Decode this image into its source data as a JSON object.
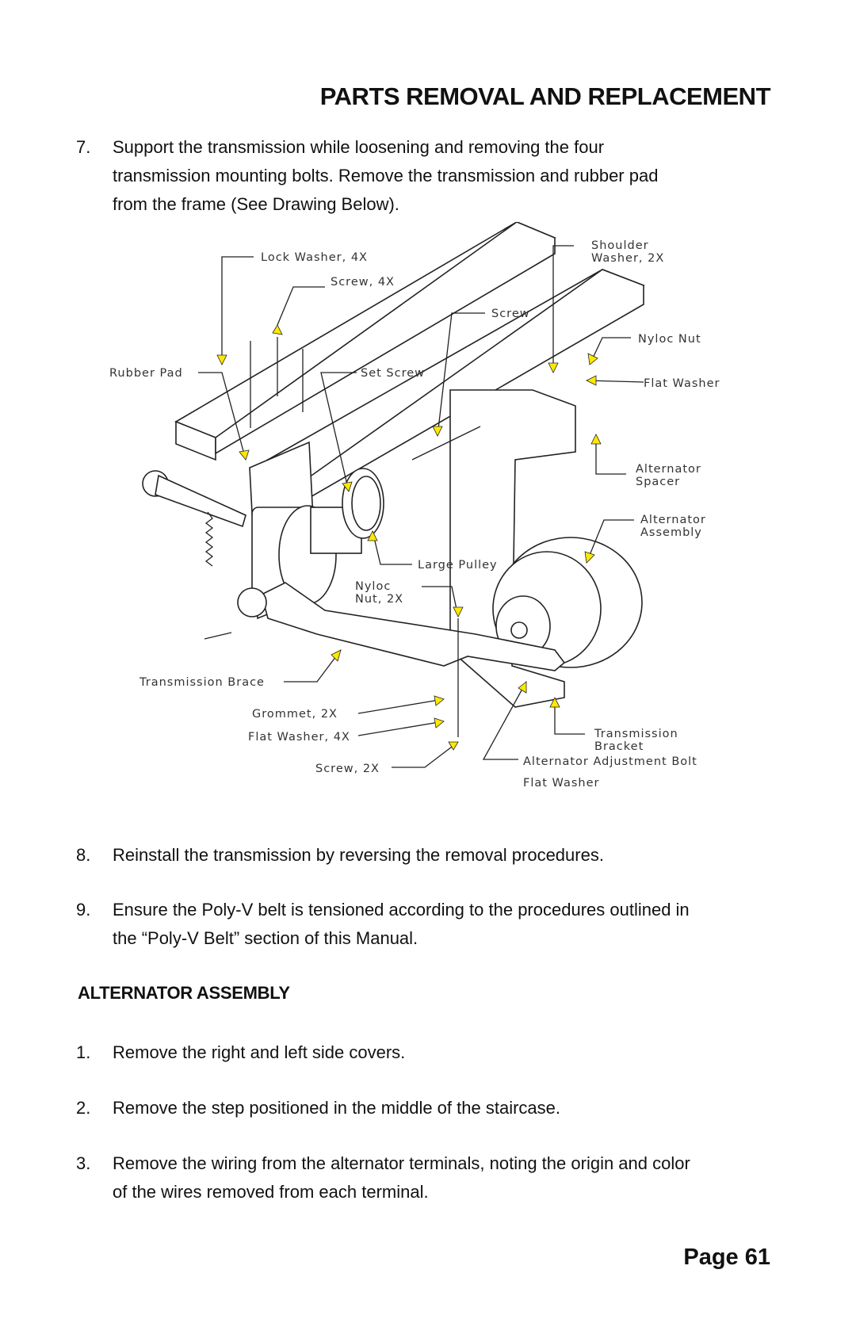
{
  "page": {
    "title": "PARTS REMOVAL AND REPLACEMENT",
    "page_number": "Page 61"
  },
  "steps_top": [
    {
      "num": "7.",
      "lines": [
        "Support the transmission while loosening and removing the four",
        "transmission mounting bolts. Remove the transmission and rubber pad",
        "from the frame (See Drawing Below)."
      ]
    },
    {
      "num": "8.",
      "lines": [
        "Reinstall the transmission by reversing the removal procedures."
      ]
    },
    {
      "num": "9.",
      "lines": [
        "Ensure the Poly-V belt is tensioned according to the procedures outlined in",
        "the “Poly-V Belt” section of this Manual."
      ]
    }
  ],
  "section": {
    "heading": "ALTERNATOR ASSEMBLY"
  },
  "steps_bottom": [
    {
      "num": "1.",
      "lines": [
        "Remove the right and left side covers."
      ]
    },
    {
      "num": "2.",
      "lines": [
        "Remove the step positioned in the middle of the staircase."
      ]
    },
    {
      "num": "3.",
      "lines": [
        "Remove the wiring from the alternator terminals, noting the origin and color",
        "of the wires removed from each terminal."
      ]
    }
  ],
  "diagram": {
    "labels": {
      "lock_washer": "Lock Washer, 4X",
      "screw_4x": "Screw, 4X",
      "screw": "Screw",
      "shoulder_washer_1": "Shoulder",
      "shoulder_washer_2": "Washer, 2X",
      "nyloc_nut": "Nyloc Nut",
      "flat_washer": "Flat Washer",
      "rubber_pad": "Rubber Pad",
      "set_screw": "Set Screw",
      "alternator_spacer_1": "Alternator",
      "alternator_spacer_2": "Spacer",
      "alternator_assembly_1": "Alternator",
      "alternator_assembly_2": "Assembly",
      "large_pulley": "Large Pulley",
      "nyloc_nut_2x_1": "Nyloc",
      "nyloc_nut_2x_2": "Nut, 2X",
      "transmission_brace": "Transmission Brace",
      "grommet": "Grommet, 2X",
      "flat_washer_4x": "Flat Washer, 4X",
      "screw_2x": "Screw, 2X",
      "transmission_bracket_1": "Transmission",
      "transmission_bracket_2": "Bracket",
      "alternator_adjustment_bolt": "Alternator Adjustment Bolt",
      "flat_washer_bottom": "Flat Washer"
    },
    "arrow_color": "#ffe800"
  }
}
